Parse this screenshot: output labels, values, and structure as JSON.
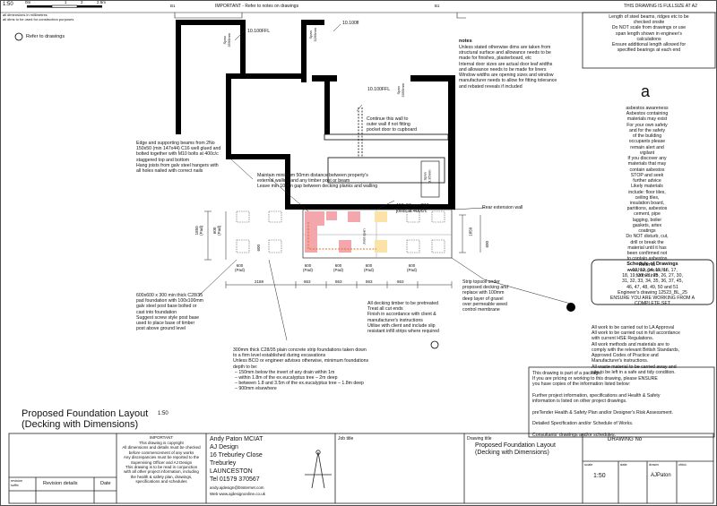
{
  "header": {
    "scale_label": "1:50",
    "scale_marks": [
      "0m",
      "1",
      "2",
      "2.5m"
    ],
    "dims_note": "all dimensions in millimetres\nall dims to be used for construction purposes",
    "refer_label": "Refer to drawings",
    "important_notice": "IMPORTANT  -  Refer to notes on drawings",
    "sheet_marker": "B1",
    "sheet_marker_left": "B1",
    "fullsize_notice": "THIS DRAWING IS FULLSIZE AT A2"
  },
  "plan_labels": {
    "ffl_1": "10.100FFL",
    "ffl_2": "10.100fl",
    "ffl_3": "10.100FFL",
    "span_1": "Span\n3595mm",
    "span_2": "Span\n3295mm",
    "span_3": "Span\n3395mm",
    "span_4": "Span\n3.35mm",
    "continue_wall": "Continue this wall to\nouter wall if not fitting\npocket door to cupboard",
    "maintain_note": "Maintain minimum 50mm distance between property's\nexternal walling and any timber post or beam\nLeave min 10mm gap between decking planks and walling",
    "edge_note": "Edge and supporting beams from 2No\n150x50 (min 147x44) C16 well glued and\nbolted together with M10 bolts at 400c/c\nstaggered top and bottom\nHang joists from galv steel hangers with\nall holes nailed with correct nails",
    "rear_wall": "Rear extension wall",
    "joists_note": "150x50mm C16\njoists at 400c/c",
    "joist_span": "Joist span"
  },
  "dimensions": {
    "left_vertical": "1850\n(Pad)",
    "left_vertical_2": "600\n(Pad)",
    "left_small": "600",
    "right_vertical": "1850",
    "right_small": "600",
    "pads_bottom": [
      "600\n(Pad)",
      "600\n(Pad)",
      "600\n(Pad)",
      "600\n(Pad)",
      "600\n(Pad)"
    ],
    "spacing_bottom": [
      "2188",
      "863",
      "863",
      "863",
      "863"
    ]
  },
  "foundation_notes": {
    "pad_note": "600x600 x 300 min thick C28/35\npad foundation with 100x100mm\ngalv steel post base bolted or\ncast into foundation\nSuggest screw style post base\nused to place base of timber\npost above ground level",
    "strip_note": "300mm thick C28/35 plain concrete strip foundations taken down\nto a firm level established during excavations\nUnless BCO or engineer advises otherwise, minimum foundations\ndepth to be:",
    "strip_bullets": [
      "–   150mm below the invert of any drain within 1m",
      "–   within 1.8m of the ex.eucalyptus tree – 2m deep",
      "–   between 1.8 and 3.5m of the ex.eucalyptus tree – 1.8m deep",
      "–   900mm elsewhere"
    ],
    "decking_note": "All decking timber to be pretreated\nTreat all cut ends\nFinish in accordance with client &\nmanufacturer's instructions\nUtilise with client and include slip\nresistant infill strips where required",
    "topsoil_note": "Strip topsoil under\nproposed decking and\nreplace with 100mm\ndeep layer of gravel\nover permeable weed\ncontrol membrane"
  },
  "right_notes": {
    "notes_title": "notes",
    "notes_body": "Unless stated otherwise dims are taken from\nstructural surface and allowance needs to be\nmade for finishes, plasterboard, etc\nInternal door sizes are actual door leaf widths\nand allowance needs to be made for liners\nWindow widths are opening sizes and window\nmanufacturer needs to allow for fitting tolerance\nand rebated reveals if included",
    "steel_box": "Length of steel beams, ridges etc to be\nchecked onsite\nDo NOT scale from drawings or use\nspan length shown in engineer's\ncalculations\nEnsure additional length allowed for\nspecified bearings at each end",
    "asbestos_symbol": "a",
    "asbestos_text": "asbestos awareness\nAsbestos containing\nmaterials may exist\nFor your own safety\nand for the safety\nof the building\noccupants please\nremain alert and\nvigilant\nIf you discover any\nmaterials that may\ncontain asbestos\nSTOP and seek\nfurther advice\nLikely materials\ninclude: floor tiles,\nceiling tiles,\ninsulation board,\npartitions, asbestos\ncement, pipe\nlagging, boiler\ngaskets, artex\ncoatings\nDo NOT disturb, cut,\ndrill or break the\nmaterial until it has\nbeen confirmed not\nto contain asbestos\nRefer to\nwww.hse.gov.uk for\nfurther info",
    "schedule_title": "Schedule of Drawings",
    "schedule_body": "—10, 12, 14, 15, 16, 17,\n18, 19, 20, 21, 25, 26, 27, 30,\n31, 32, 33, 34, 35, 36, 37, 45,\n46, 47, 48, 49, 50 and 51\nEngineer's drawing 12523_BL_25\nENSURE YOU ARE WORKING FROM A\nCOMPLETE SET",
    "work_notes": "All work to be carried out to LA Approval\nAll work to be carried out in full accordance\nwith current HSE Regulations.\nAll work methods and materials are to\ncomply with the relevant British Standards,\nApproved Codes of Practice and\nManufacturer's instructions.\nAll waste material to be carried away and\nsite to be left in a safe and tidy condition.",
    "package_box": "This drawing is part of a package.\nIf you are pricing or working to this drawing, please ENSURE\nyou have copies of the information listed below:\n\nFurther project information, specifications and Health & Safety\ninformation is listed on other project drawings.\n\npreTender Health & Safety Plan and/or Designer's Risk Assessment.\n\nDetailed Specification and/or Schedule of Works.\n\nConsultants' drawings and/or schedules."
  },
  "title_main": {
    "title": "Proposed Foundation Layout",
    "scale": "1:50",
    "subtitle": "(Decking with Dimensions)"
  },
  "title_block": {
    "important_title": "IMPORTANT",
    "important_body": "This drawing is copyright\nAll dimensions and details must be checked\nbefore commencement of any works\nAny discrepancies must be reported to the\nSupervising Officer and AJ Design\nThis drawing is to be read in conjunction\nwith all other project information, including\nthe health & safety plan, drawings,\nspecifications and schedules",
    "revision_label": "revision\nsuffix",
    "revision_details": "Revision details",
    "date_label": "Date",
    "designer_name": "Andy Paton MCIAT",
    "company": "AJ Design",
    "address_1": "16 Treburley Close",
    "address_2": "Treburley",
    "address_3": "LAUNCESTON",
    "tel": "Tel 01579 370567",
    "email": "andy.ajdesign@btinternet.com",
    "web": "Web www.ajdesignonline.co.uk",
    "job_title_label": "Job title",
    "drawing_title_label": "Drawing title",
    "drawing_title": "Proposed Foundation Layout\n(Decking with Dimensions)",
    "drawing_no_label": "DRAWING No",
    "scale_label": "scale",
    "scale_value": "1:50",
    "date_col": "date",
    "drawn_label": "drawn",
    "drawn_value": "AJPaton",
    "chkd_label": "chkd."
  },
  "colors": {
    "pad_pink": "#f4a6ad",
    "pad_yellow": "#fbe3a8",
    "wall": "#000000",
    "line": "#222222"
  }
}
